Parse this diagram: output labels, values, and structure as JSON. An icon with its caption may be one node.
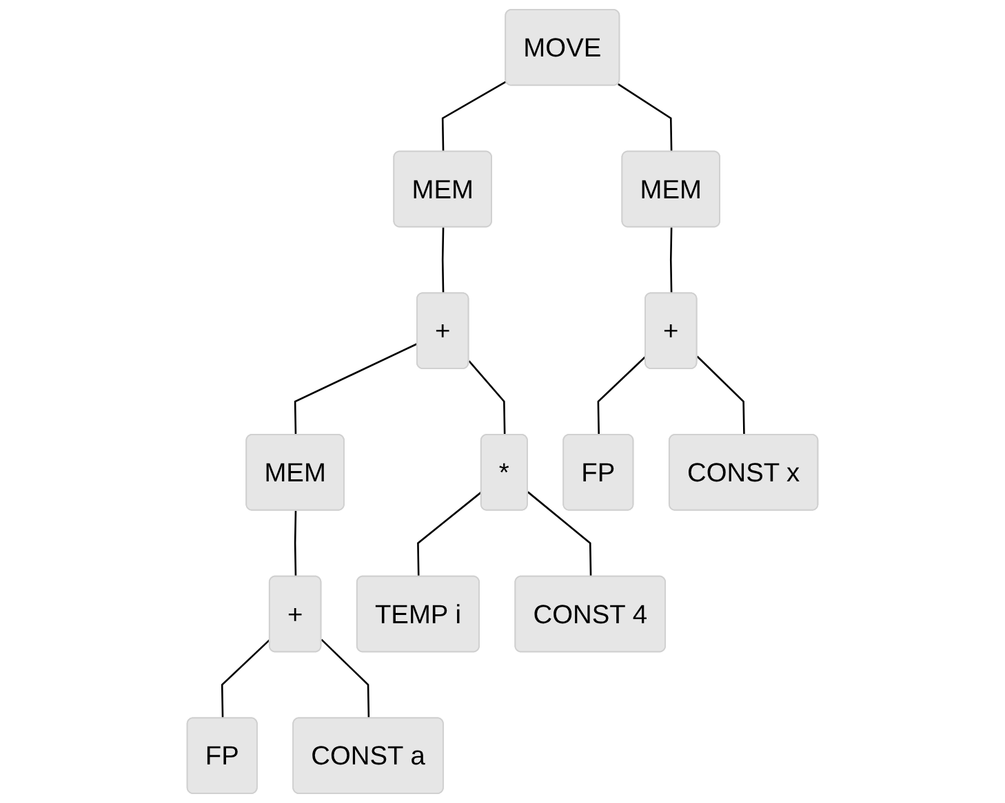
{
  "diagram": {
    "nodes": [
      {
        "text": [
          "MOVE"
        ]
      },
      {
        "text": [
          "MEM"
        ]
      },
      {
        "text": [
          "MEM"
        ]
      },
      {
        "text": [
          "+"
        ]
      },
      {
        "text": [
          "+"
        ]
      },
      {
        "text": [
          "MEM"
        ]
      },
      {
        "text": [
          "*"
        ]
      },
      {
        "text": [
          "FP"
        ]
      },
      {
        "text": [
          "CONST x"
        ]
      },
      {
        "text": [
          "+"
        ]
      },
      {
        "text": [
          "TEMP i"
        ]
      },
      {
        "text": [
          "CONST 4"
        ]
      },
      {
        "text": [
          "FP"
        ]
      },
      {
        "text": [
          "CONST a"
        ]
      }
    ],
    "edges": [
      {
        "from": 0,
        "to": 1,
        "arrow": "none"
      },
      {
        "from": 0,
        "to": 2,
        "arrow": "none"
      },
      {
        "from": 1,
        "to": 3,
        "arrow": "none"
      },
      {
        "from": 2,
        "to": 4,
        "arrow": "none"
      },
      {
        "from": 3,
        "to": 5,
        "arrow": "none"
      },
      {
        "from": 3,
        "to": 6,
        "arrow": "none"
      },
      {
        "from": 4,
        "to": 7,
        "arrow": "none"
      },
      {
        "from": 4,
        "to": 8,
        "arrow": "none"
      },
      {
        "from": 5,
        "to": 9,
        "arrow": "none"
      },
      {
        "from": 6,
        "to": 10,
        "arrow": "none"
      },
      {
        "from": 6,
        "to": 11,
        "arrow": "none"
      },
      {
        "from": 9,
        "to": 12,
        "arrow": "none"
      },
      {
        "from": 9,
        "to": 13,
        "arrow": "none"
      }
    ]
  }
}
